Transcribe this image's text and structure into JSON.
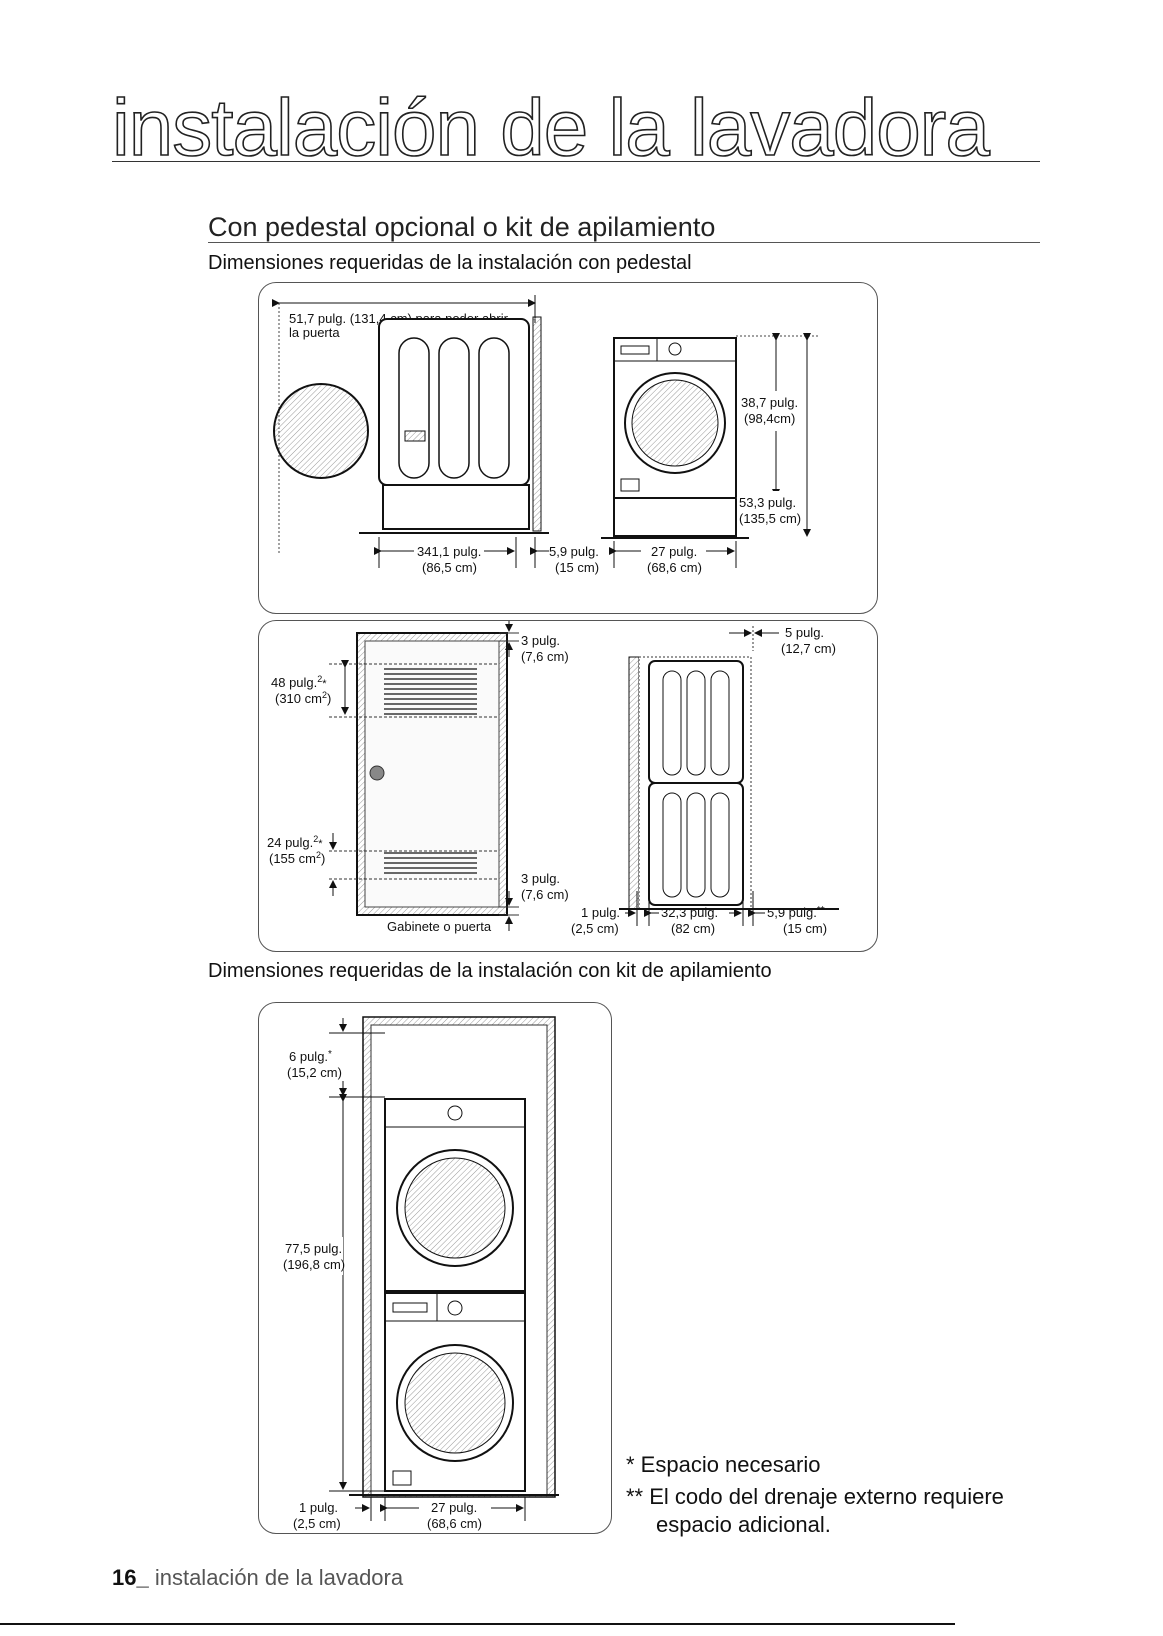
{
  "page_title": "instalación de la lavadora",
  "section_title": "Con pedestal opcional o kit de apilamiento",
  "pedestal_subtitle": "Dimensiones requeridas de la instalación con pedestal",
  "stack_subtitle": "Dimensiones requeridas de la instalación con kit de apilamiento",
  "side_view": {
    "door_open_line1": "51,7 pulg. (131,4 cm) para poder abrir",
    "door_open_line2": "la puerta",
    "depth_in": "341,1 pulg.",
    "depth_cm": "(86,5 cm)",
    "rear_in": "5,9 pulg.",
    "rear_cm": "(15 cm)"
  },
  "front_view": {
    "washer_h_in": "38,7 pulg.",
    "washer_h_cm": "(98,4cm)",
    "total_h_in": "53,3 pulg.",
    "total_h_cm": "(135,5 cm)",
    "width_in": "27 pulg.",
    "width_cm": "(68,6 cm)"
  },
  "cabinet": {
    "top_gap_in": "3 pulg.",
    "top_gap_cm": "(7,6 cm)",
    "top_vent_in": "48 pulg.",
    "top_vent_cm": "(310 cm",
    "bottom_vent_in": "24 pulg.",
    "bottom_vent_cm": "(155 cm",
    "bottom_gap_in": "3 pulg.",
    "bottom_gap_cm": "(7,6 cm)",
    "label": "Gabinete o puerta",
    "sup": "2",
    "star": "*",
    "dstar": "**"
  },
  "stacked_side": {
    "top_in": "5 pulg.",
    "top_cm": "(12,7 cm)",
    "front_in": "1 pulg.",
    "front_cm": "(2,5 cm)",
    "depth_in": "32,3 pulg.",
    "depth_cm": "(82 cm)",
    "rear_in": "5,9 pulg.",
    "rear_cm": "(15 cm)"
  },
  "stack_front": {
    "top_in": "6 pulg.",
    "top_cm": "(15,2 cm)",
    "height_in": "77,5 pulg.",
    "height_cm": "(196,8 cm)",
    "side_in": "1 pulg.",
    "side_cm": "(2,5 cm)",
    "width_in": "27 pulg.",
    "width_cm": "(68,6 cm)"
  },
  "notes": {
    "note1": "* Espacio necesario",
    "note2_line1": "** El codo del drenaje externo requiere",
    "note2_line2": "espacio adicional."
  },
  "footer": {
    "page_no": "16_",
    "text": " instalación de la lavadora"
  }
}
